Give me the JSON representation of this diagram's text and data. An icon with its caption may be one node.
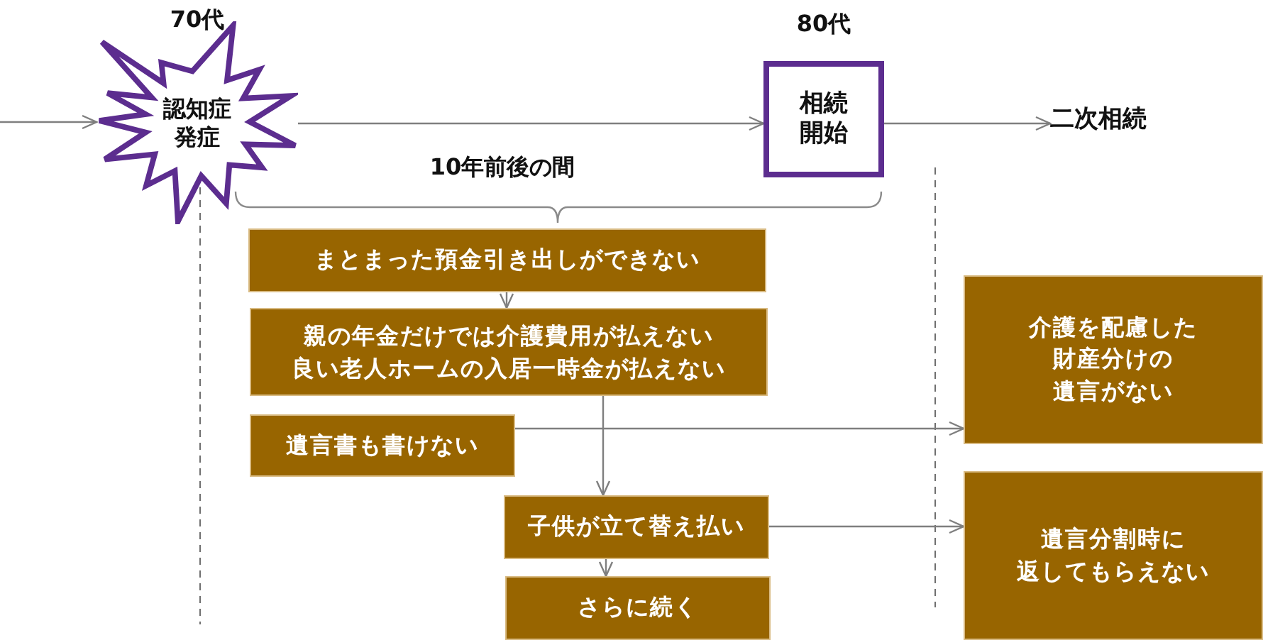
{
  "diagram": {
    "nodes": [
      {
        "text": [
          "認知症発症"
        ],
        "beside": [
          "70代"
        ]
      },
      {
        "text": [
          "相続開始"
        ],
        "beside": [
          "80代"
        ]
      },
      {
        "text": [
          "二次相続"
        ]
      },
      {
        "text": [
          "まとまった預金引き出しができない"
        ]
      },
      {
        "text": [
          "親の年金だけでは介護費用が払えない良い老人ホームの入居一時金が払えない"
        ]
      },
      {
        "text": [
          "遺言書も書けない"
        ]
      },
      {
        "text": [
          "子供が立て替え払い"
        ]
      },
      {
        "text": [
          "さらに続く"
        ]
      },
      {
        "text": [
          "介護を配慮した財産分けの遺言がない"
        ]
      },
      {
        "text": [
          "遺言分割時に返してもらえない"
        ]
      }
    ],
    "edges": [
      {
        "from": null,
        "to": 0,
        "arrow": "to"
      },
      {
        "from": 0,
        "to": 1,
        "arrow": "to"
      },
      {
        "from": 1,
        "to": 2,
        "arrow": "to"
      },
      {
        "from": 3,
        "to": 4,
        "arrow": "to"
      },
      {
        "from": 4,
        "to": 6,
        "arrow": "to"
      },
      {
        "from": 5,
        "to": 8,
        "arrow": "to"
      },
      {
        "from": 6,
        "to": 9,
        "arrow": "to"
      },
      {
        "from": 6,
        "to": 7,
        "arrow": "to"
      }
    ],
    "labels": [
      "10年前後の間"
    ]
  }
}
